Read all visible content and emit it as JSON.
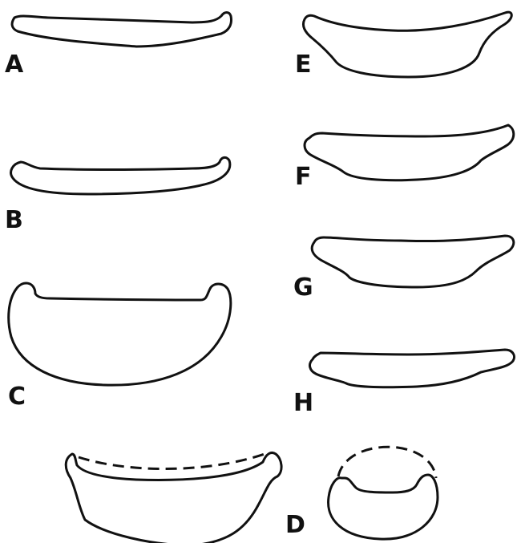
{
  "figure": {
    "panels": [
      {
        "id": "A",
        "label": "A"
      },
      {
        "id": "B",
        "label": "B"
      },
      {
        "id": "C",
        "label": "C"
      },
      {
        "id": "D",
        "label": "D"
      },
      {
        "id": "E",
        "label": "E"
      },
      {
        "id": "F",
        "label": "F"
      },
      {
        "id": "G",
        "label": "G"
      },
      {
        "id": "H",
        "label": "H"
      }
    ],
    "line_color": "#111111",
    "background_color": "#ffffff"
  }
}
